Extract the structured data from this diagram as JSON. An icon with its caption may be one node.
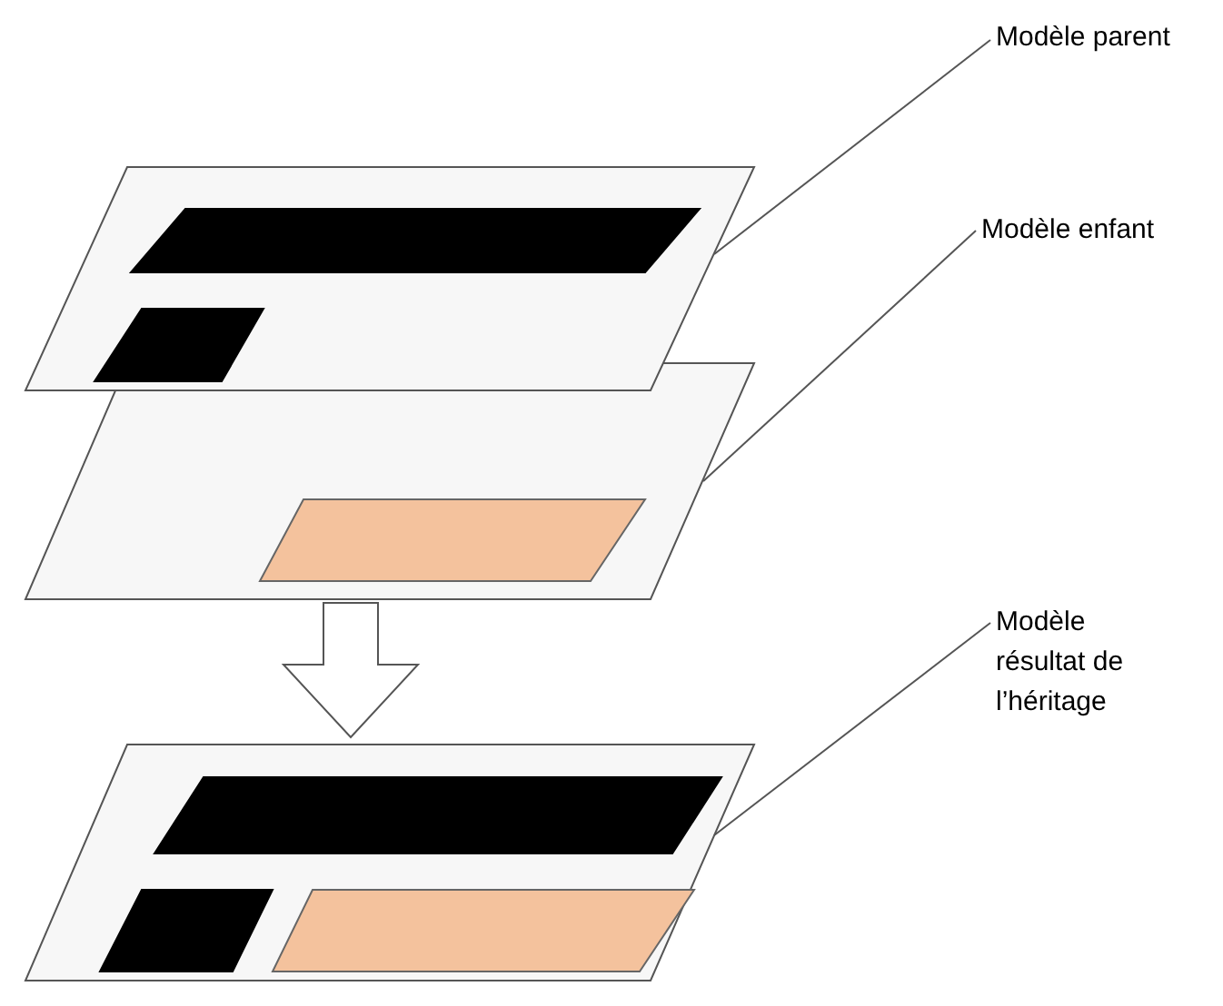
{
  "diagram": {
    "nodes": [
      {
        "text": [
          "Modèle parent"
        ]
      },
      {
        "text": [],
        "shape": "parallelogram"
      },
      {
        "text": [],
        "shape": "parallelogram",
        "in": 1
      },
      {
        "text": [],
        "shape": "parallelogram",
        "in": 1
      },
      {
        "text": [
          "Modèle enfant"
        ]
      },
      {
        "text": [],
        "shape": "parallelogram"
      },
      {
        "text": [],
        "shape": "parallelogram",
        "in": 5
      },
      {
        "text": [
          "Modèle résultat de l’héritage"
        ]
      },
      {
        "text": [],
        "shape": "parallelogram"
      },
      {
        "text": [],
        "shape": "parallelogram",
        "in": 8
      },
      {
        "text": [],
        "shape": "parallelogram",
        "in": 8
      },
      {
        "text": [],
        "shape": "parallelogram",
        "in": 8
      }
    ],
    "edges": [
      {
        "from": 0,
        "to": 1,
        "arrow": "none"
      },
      {
        "from": 4,
        "to": 5,
        "arrow": "none"
      },
      {
        "from": 5,
        "to": 8,
        "arrow": "to",
        "style": "thick"
      },
      {
        "from": 7,
        "to": 8,
        "arrow": "none"
      }
    ]
  }
}
